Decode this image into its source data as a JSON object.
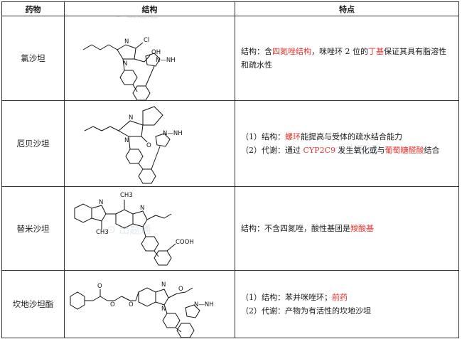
{
  "table": {
    "headers": {
      "drug": "药物",
      "structure": "结构",
      "features": "特点"
    },
    "rows": [
      {
        "drug": "氯沙坦",
        "features": [
          {
            "segments": [
              {
                "text": "结构：含",
                "red": false
              },
              {
                "text": "四氮唑结构",
                "red": true
              },
              {
                "text": "，咪唑环 2 位的",
                "red": false
              },
              {
                "text": "丁基",
                "red": true
              },
              {
                "text": "保证其具有脂溶性和疏水性",
                "red": false
              }
            ]
          }
        ],
        "labels": {
          "cl": "Cl",
          "oh": "OH",
          "n": "N",
          "nh": "N—NH"
        }
      },
      {
        "drug": "厄贝沙坦",
        "features": [
          {
            "segments": [
              {
                "text": "（1）结构：",
                "red": false
              },
              {
                "text": "螺环",
                "red": true
              },
              {
                "text": "能提高与受体的疏水结合能力",
                "red": false
              }
            ]
          },
          {
            "segments": [
              {
                "text": "（2）代谢：通过 ",
                "red": false
              },
              {
                "text": "CYP2C9",
                "red": true
              },
              {
                "text": " 发生氧化或与",
                "red": false
              },
              {
                "text": "葡萄糖醛酸",
                "red": true
              },
              {
                "text": "结合",
                "red": false
              }
            ]
          }
        ],
        "labels": {
          "o": "O",
          "n": "N",
          "nh": "N—NH"
        }
      },
      {
        "drug": "替米沙坦",
        "features": [
          {
            "segments": [
              {
                "text": "结构：不含四氮唑，酸性基团是",
                "red": false
              },
              {
                "text": "羧酸基",
                "red": true
              }
            ]
          }
        ],
        "labels": {
          "ch3": "CH3",
          "cooh": "COOH",
          "n": "N"
        }
      },
      {
        "drug": "坎地沙坦酯",
        "features": [
          {
            "segments": [
              {
                "text": "（1）结构：苯并咪唑环；",
                "red": false
              },
              {
                "text": "前药",
                "red": true
              }
            ]
          },
          {
            "segments": [
              {
                "text": "（2）代谢：产物为有活性的坎地沙坦",
                "red": false
              }
            ]
          }
        ],
        "labels": {
          "o": "O",
          "n": "N",
          "nh": "N—NH"
        }
      }
    ]
  }
}
